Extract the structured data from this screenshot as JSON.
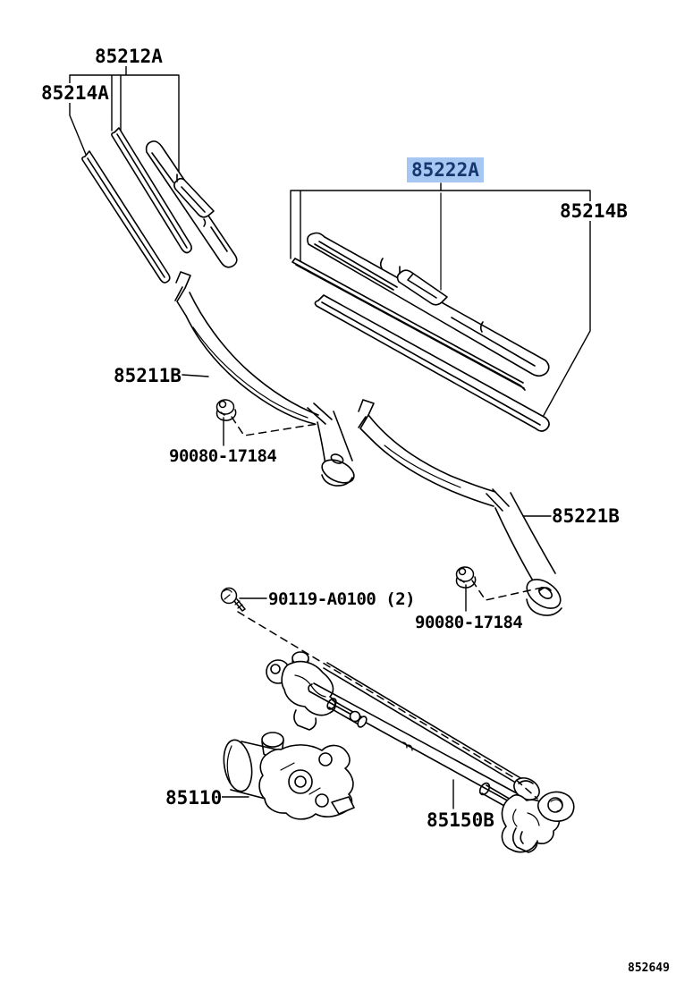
{
  "diagram": {
    "figure_code": "852649",
    "colors": {
      "line": "#000000",
      "label_text": "#000000",
      "highlight_bg": "#A5C7F2",
      "highlight_text": "#16366E",
      "background": "#FFFFFF"
    },
    "labels": [
      {
        "part_no": "85212A",
        "highlighted": false
      },
      {
        "part_no": "85214A",
        "highlighted": false
      },
      {
        "part_no": "85222A",
        "highlighted": true
      },
      {
        "part_no": "85214B",
        "highlighted": false
      },
      {
        "part_no": "85211B",
        "highlighted": false
      },
      {
        "part_no": "90080-17184",
        "highlighted": false
      },
      {
        "part_no": "85221B",
        "highlighted": false
      },
      {
        "part_no": "90119-A0100 (2)",
        "highlighted": false
      },
      {
        "part_no": "90080-17184",
        "highlighted": false
      },
      {
        "part_no": "85110",
        "highlighted": false
      },
      {
        "part_no": "85150B",
        "highlighted": false
      }
    ]
  }
}
